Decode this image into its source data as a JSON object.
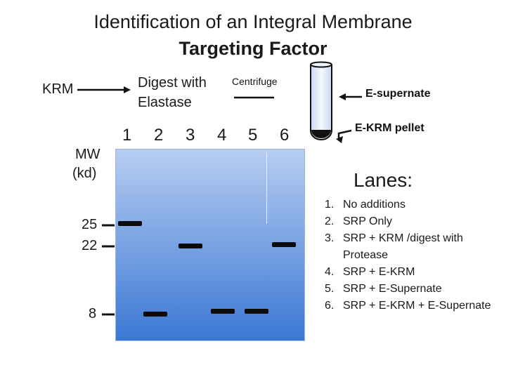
{
  "title_line1": "Identification of an Integral Membrane",
  "title_line2": "Targeting Factor",
  "krm_label": "KRM",
  "digest_line1": "Digest with",
  "digest_line2": "Elastase",
  "centrifuge_label": "Centrifuge",
  "supernate_label": "E-supernate",
  "pellet_label": "E-KRM pellet",
  "mw_line1": "MW",
  "mw_line2": "(kd)",
  "lane_numbers": [
    "1",
    "2",
    "3",
    "4",
    "5",
    "6"
  ],
  "markers": [
    "25",
    "22",
    "8"
  ],
  "lanes_heading": "Lanes:",
  "lanes": [
    {
      "num": "1.",
      "text": "No additions"
    },
    {
      "num": "2.",
      "text": "SRP Only"
    },
    {
      "num": "3.",
      "text": "SRP + KRM /digest with Protease"
    },
    {
      "num": "4.",
      "text": "SRP + E-KRM"
    },
    {
      "num": "5.",
      "text": "SRP + E-Supernate"
    },
    {
      "num": "6.",
      "text": "SRP + E-KRM + E-Supernate"
    }
  ],
  "colors": {
    "gel_top": "#b7cdf1",
    "gel_bottom": "#3b78d4",
    "band": "#0b0b0b"
  }
}
